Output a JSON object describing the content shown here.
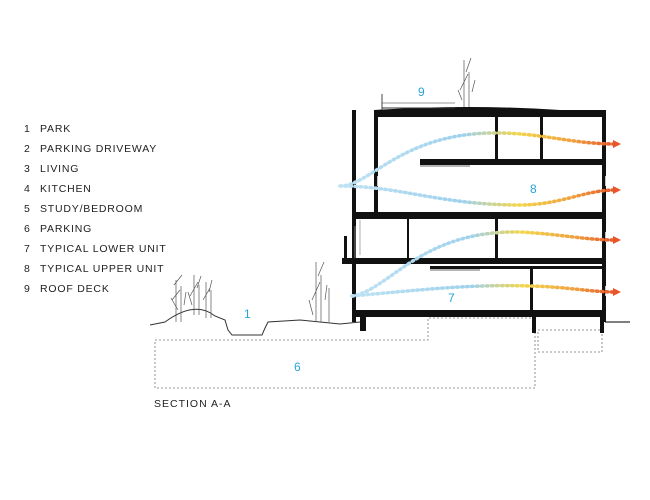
{
  "legend": [
    {
      "num": "1",
      "label": "PARK"
    },
    {
      "num": "2",
      "label": "PARKING DRIVEWAY"
    },
    {
      "num": "3",
      "label": "LIVING"
    },
    {
      "num": "4",
      "label": "KITCHEN"
    },
    {
      "num": "5",
      "label": "STUDY/BEDROOM"
    },
    {
      "num": "6",
      "label": "PARKING"
    },
    {
      "num": "7",
      "label": "TYPICAL LOWER UNIT"
    },
    {
      "num": "8",
      "label": "TYPICAL UPPER UNIT"
    },
    {
      "num": "9",
      "label": "ROOF DECK"
    }
  ],
  "caption": "SECTION A-A",
  "zones": {
    "park": "1",
    "parking": "6",
    "lower_unit": "7",
    "upper_unit": "8",
    "roof_deck": "9"
  },
  "colors": {
    "label_blue": "#29a3d9",
    "airflow_cool": "#a9d8ef",
    "airflow_warm": "#f2d64b",
    "airflow_hot": "#e8552a"
  }
}
